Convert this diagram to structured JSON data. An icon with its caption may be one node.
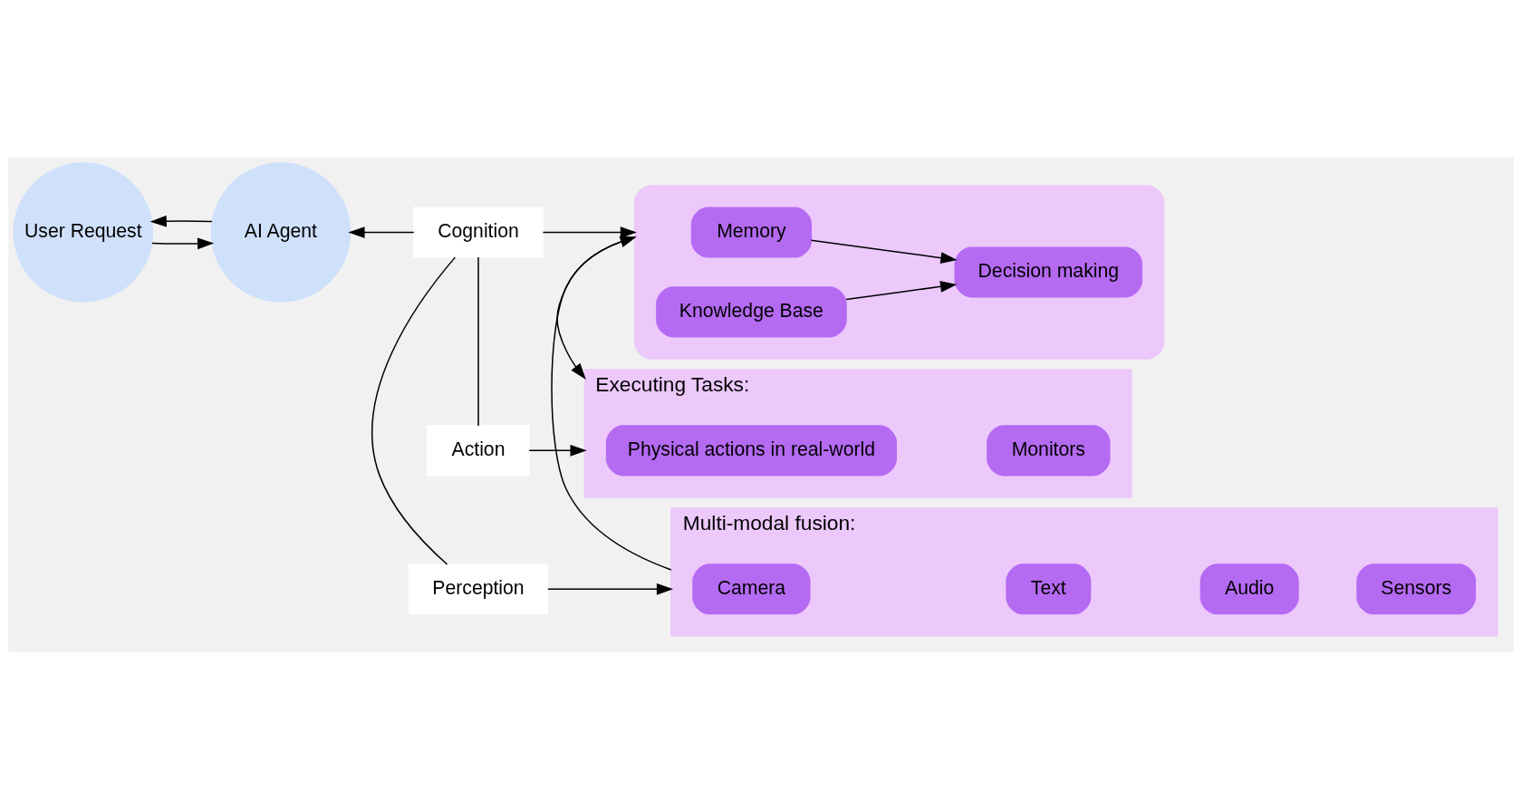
{
  "diagram": {
    "nodes": [
      {
        "text": [
          "User Request"
        ]
      },
      {
        "text": [
          "AI Agent"
        ]
      },
      {
        "text": [
          "Perception"
        ]
      },
      {
        "text": [
          "Cognition"
        ]
      },
      {
        "text": [
          "Action"
        ]
      },
      {
        "text": [
          "Multi-modal fusion:"
        ]
      },
      {
        "text": [
          "Camera"
        ],
        "in": 5
      },
      {
        "text": [
          "Text"
        ],
        "in": 5
      },
      {
        "text": [
          "Audio"
        ],
        "in": 5
      },
      {
        "text": [
          "Sensors"
        ],
        "in": 5
      },
      {
        "text": [],
        "shape": "box"
      },
      {
        "text": [
          "Memory"
        ],
        "in": 10
      },
      {
        "text": [
          "Knowledge Base"
        ],
        "in": 10
      },
      {
        "text": [
          "Decision making"
        ],
        "in": 10
      },
      {
        "text": [
          "Executing Tasks:"
        ]
      },
      {
        "text": [
          "Physical actions in real-world"
        ],
        "in": 14
      },
      {
        "text": [
          "Monitors"
        ],
        "in": 14
      }
    ],
    "edges": [
      {
        "from": 0,
        "to": 1,
        "arrow": "to"
      },
      {
        "from": 1,
        "to": 0,
        "arrow": "to"
      },
      {
        "from": 3,
        "to": 1,
        "arrow": "to"
      },
      {
        "from": 2,
        "to": 5,
        "arrow": "to"
      },
      {
        "from": 3,
        "to": 10,
        "arrow": "to"
      },
      {
        "from": 4,
        "to": 14,
        "arrow": "to"
      },
      {
        "from": 2,
        "to": 3,
        "arrow": "none"
      },
      {
        "from": 3,
        "to": 4,
        "arrow": "none"
      },
      {
        "from": 5,
        "to": 10,
        "arrow": "to"
      },
      {
        "from": 10,
        "to": 14,
        "arrow": "to"
      },
      {
        "from": 11,
        "to": 13,
        "arrow": "to"
      },
      {
        "from": 12,
        "to": 13,
        "arrow": "to"
      }
    ]
  }
}
